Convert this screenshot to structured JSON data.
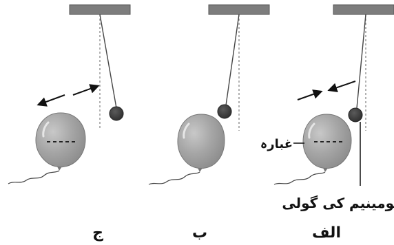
{
  "labels": {
    "balloon": "غبارہ",
    "ball": "ایلومینیم کی گولی",
    "panel_a": "الف",
    "panel_b": "ب",
    "panel_c": "ج"
  },
  "colors": {
    "support": "#7d7d7d",
    "balloon": "#9b9b9b",
    "ball": "#3b3b3b",
    "string": "#555555",
    "guide": "#888888",
    "text": "#111111"
  }
}
